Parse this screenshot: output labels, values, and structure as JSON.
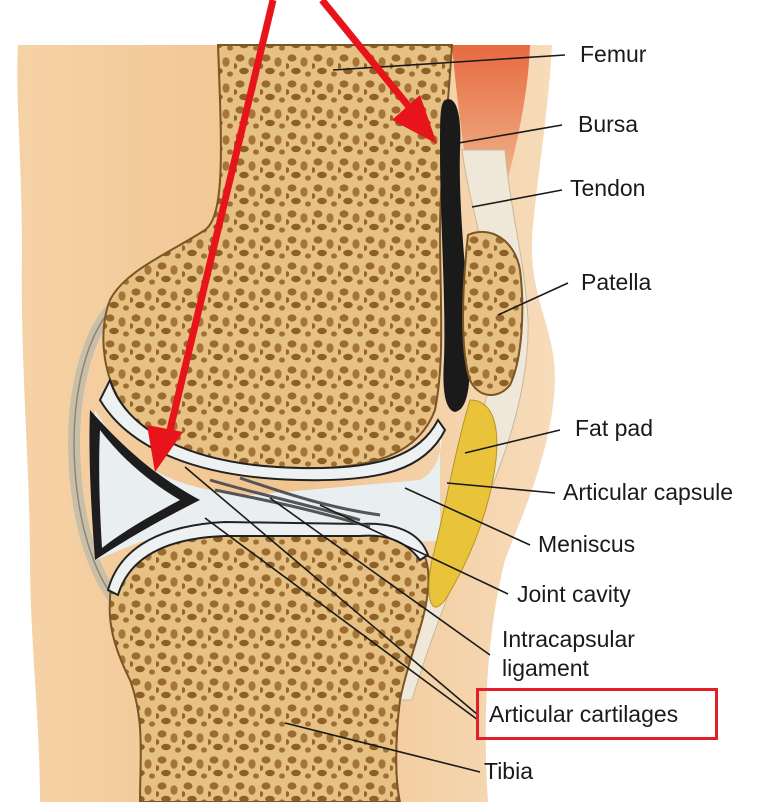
{
  "labels": {
    "femur": "Femur",
    "bursa": "Bursa",
    "tendon": "Tendon",
    "patella": "Patella",
    "fat_pad": "Fat pad",
    "articular_capsule": "Articular capsule",
    "meniscus": "Meniscus",
    "joint_cavity": "Joint cavity",
    "intracapsular_line1": "Intracapsular",
    "intracapsular_line2": "ligament",
    "articular_cartilages": "Articular cartilages",
    "tibia": "Tibia"
  },
  "highlight": {
    "label": "articular_cartilages",
    "color": "#e0212a"
  },
  "colors": {
    "skin": "#f3c998",
    "bone": "#e9c88a",
    "marrow": "#9a6b30",
    "cartilage": "#e8ecef",
    "tendon": "#f2ecdc",
    "fat": "#e9c43a",
    "arrow": "#e8141b"
  }
}
